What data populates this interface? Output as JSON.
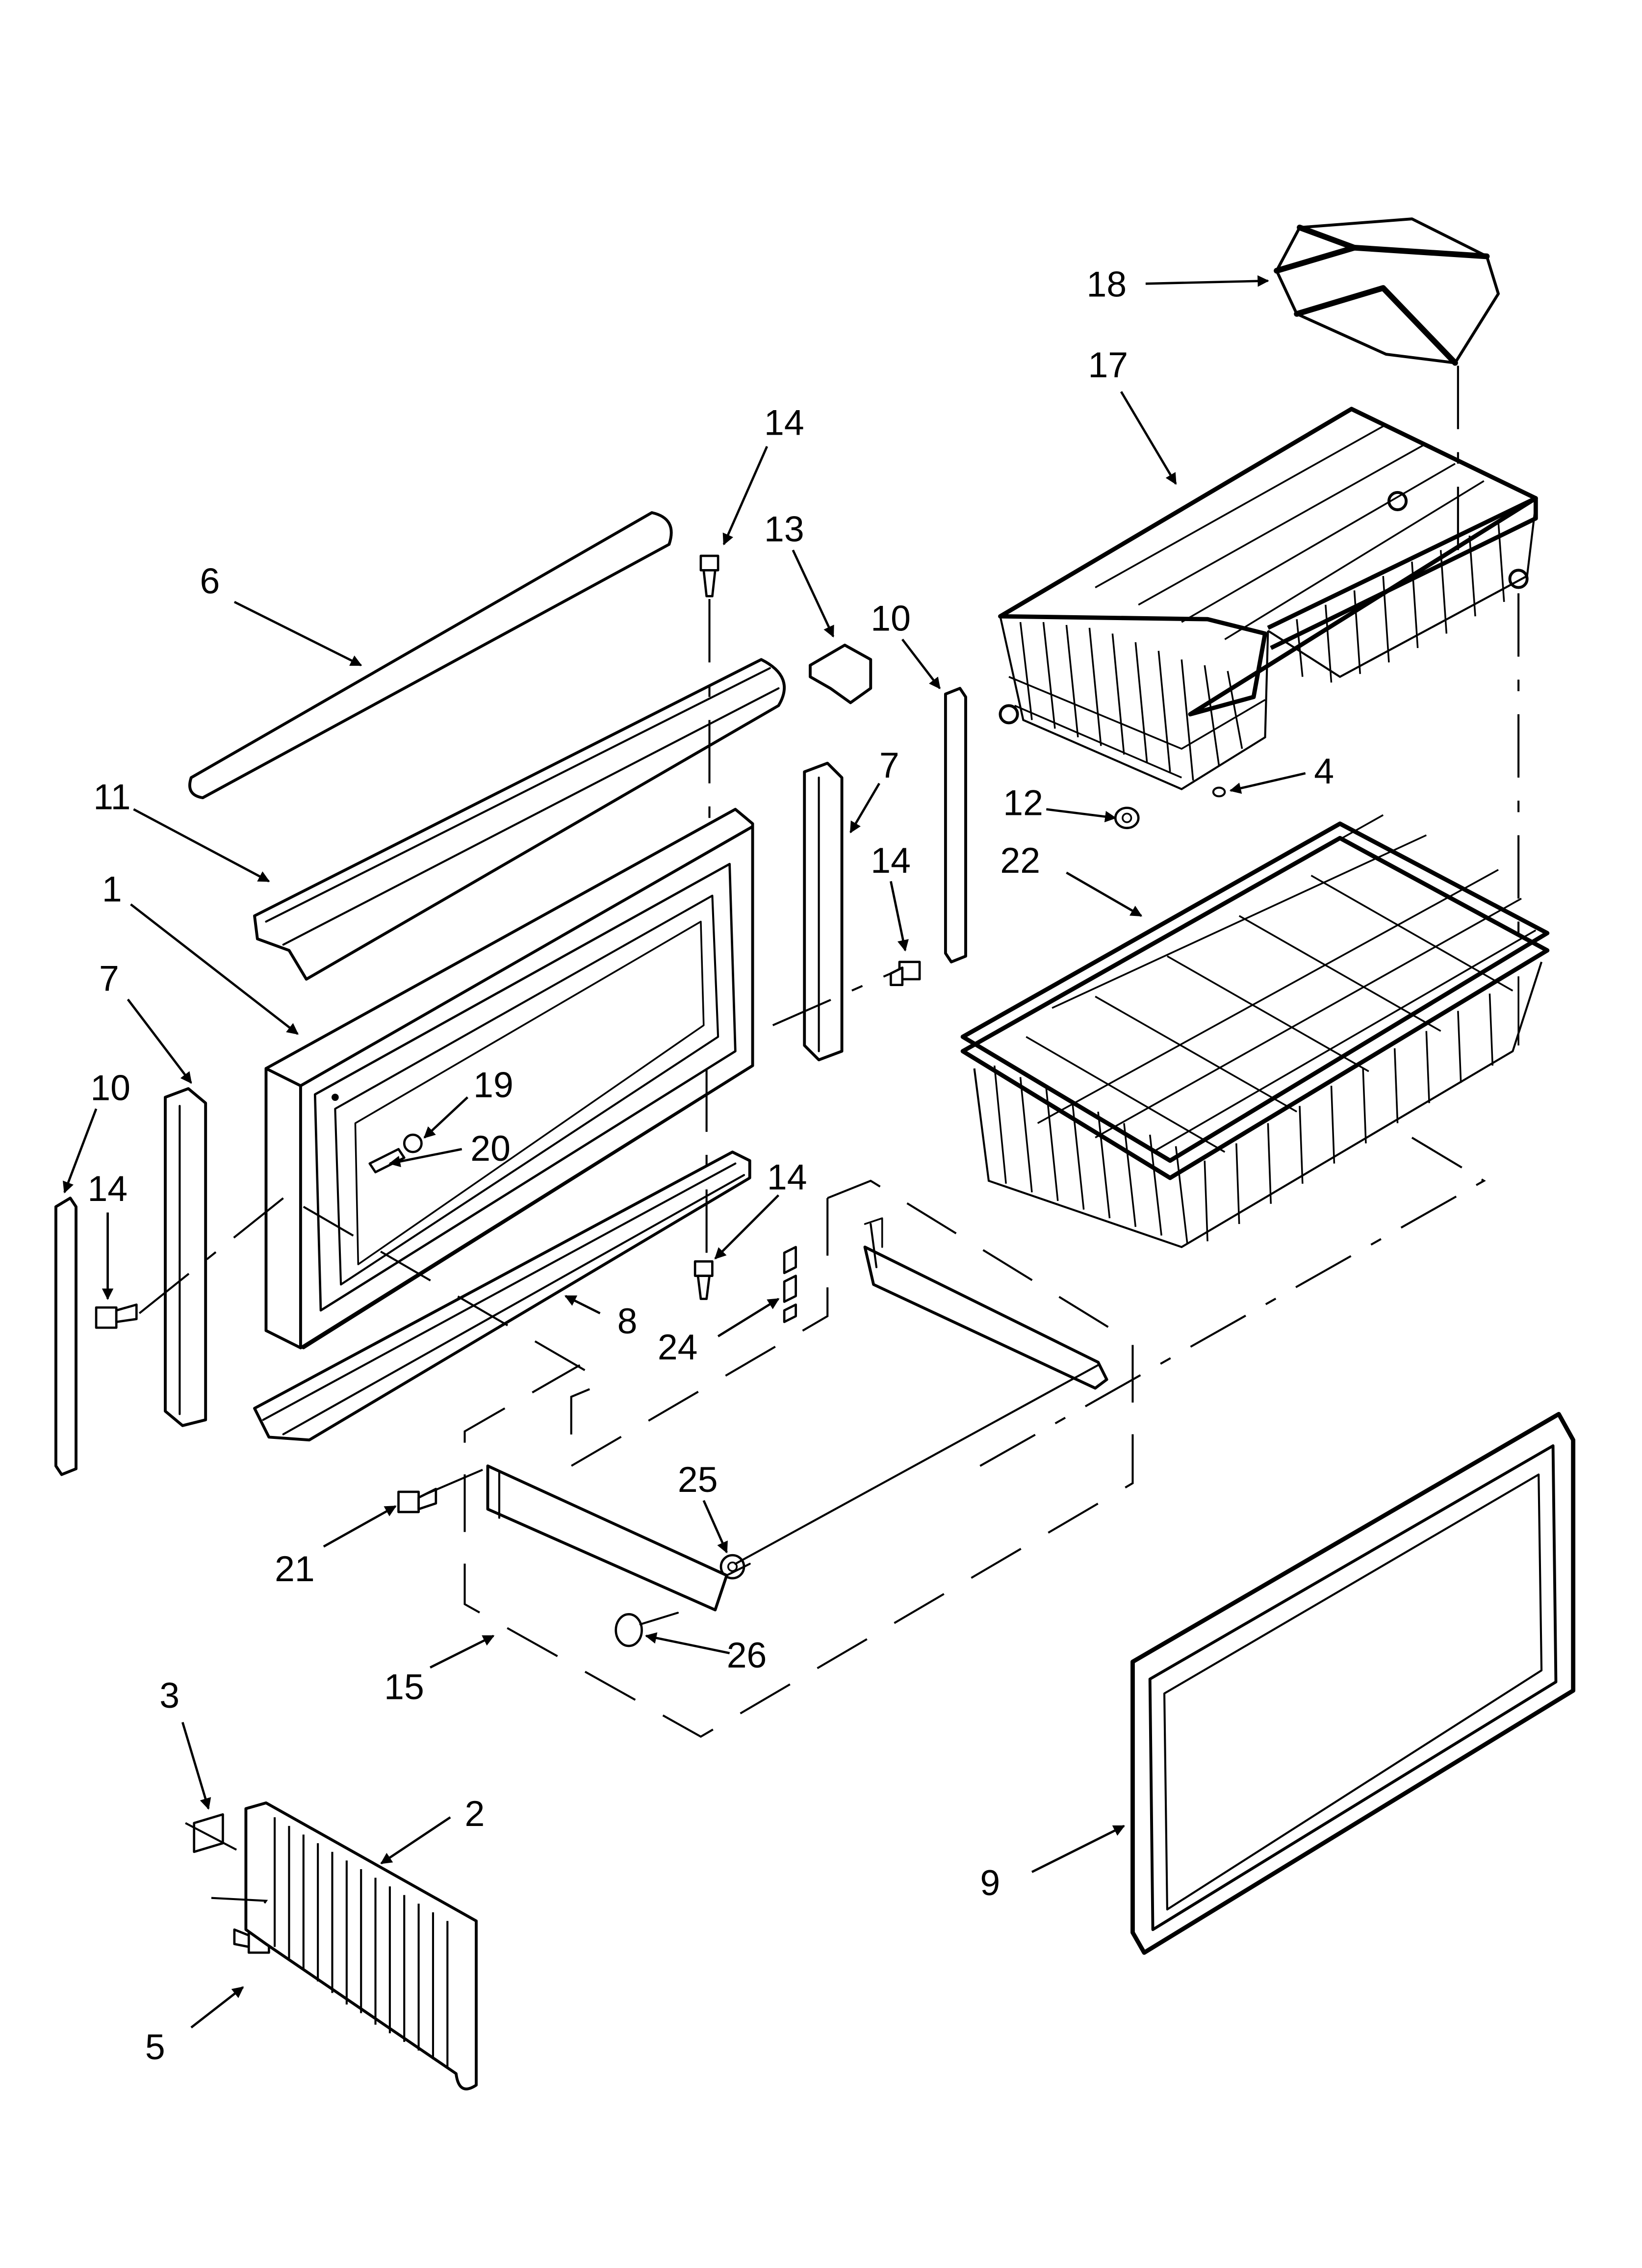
{
  "diagram": {
    "callouts": [
      {
        "id": "c18",
        "label": "18"
      },
      {
        "id": "c17",
        "label": "17"
      },
      {
        "id": "c14a",
        "label": "14"
      },
      {
        "id": "c13",
        "label": "13"
      },
      {
        "id": "c10a",
        "label": "10"
      },
      {
        "id": "c6",
        "label": "6"
      },
      {
        "id": "c7a",
        "label": "7"
      },
      {
        "id": "c14b",
        "label": "14"
      },
      {
        "id": "c11",
        "label": "11"
      },
      {
        "id": "c1",
        "label": "1"
      },
      {
        "id": "c12",
        "label": "12"
      },
      {
        "id": "c4",
        "label": "4"
      },
      {
        "id": "c22",
        "label": "22"
      },
      {
        "id": "c7b",
        "label": "7"
      },
      {
        "id": "c10b",
        "label": "10"
      },
      {
        "id": "c19",
        "label": "19"
      },
      {
        "id": "c20",
        "label": "20"
      },
      {
        "id": "c14c",
        "label": "14"
      },
      {
        "id": "c14d",
        "label": "14"
      },
      {
        "id": "c8",
        "label": "8"
      },
      {
        "id": "c24",
        "label": "24"
      },
      {
        "id": "c25",
        "label": "25"
      },
      {
        "id": "c21",
        "label": "21"
      },
      {
        "id": "c26",
        "label": "26"
      },
      {
        "id": "c15",
        "label": "15"
      },
      {
        "id": "c3",
        "label": "3"
      },
      {
        "id": "c2",
        "label": "2"
      },
      {
        "id": "c9",
        "label": "9"
      },
      {
        "id": "c5",
        "label": "5"
      }
    ]
  }
}
